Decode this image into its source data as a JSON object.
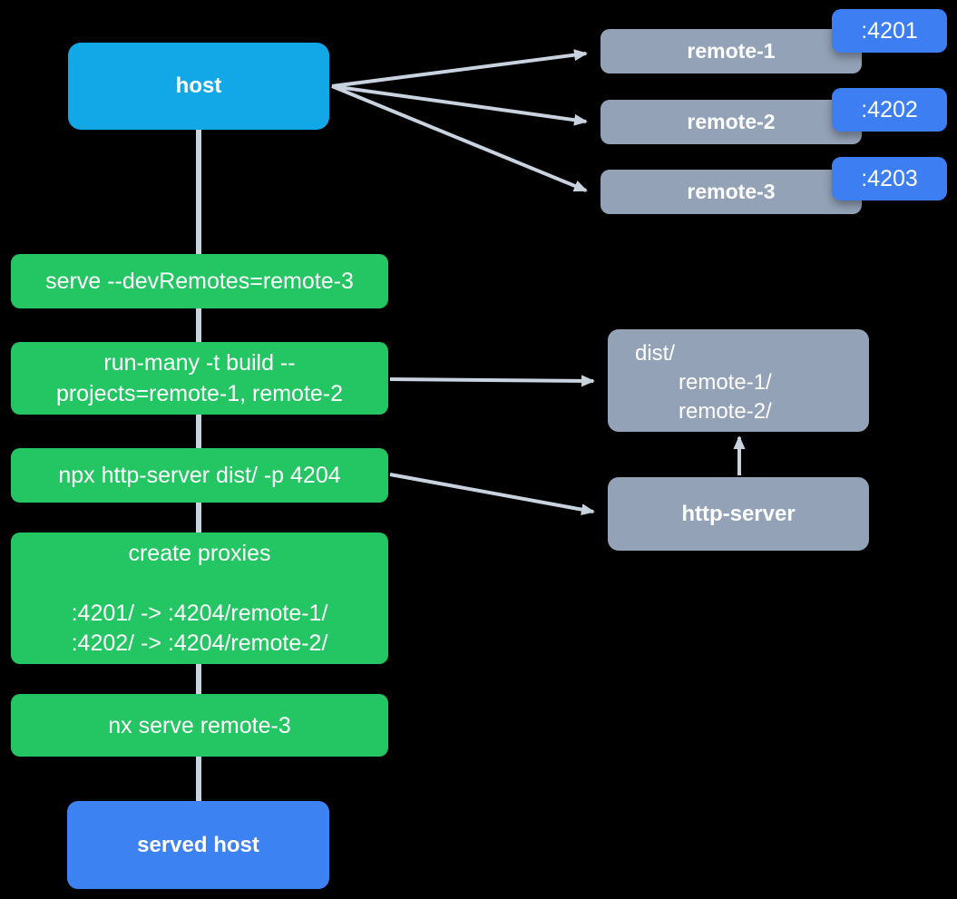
{
  "colors": {
    "background": "#000000",
    "host_box": "#12a8e8",
    "served_host_box": "#3d82f2",
    "remote_box": "#94a2b8",
    "port_badge": "#3d7ff2",
    "command_box": "#24c563",
    "connector": "#c9d3e0",
    "text": "#ffffff"
  },
  "diagram": {
    "host": {
      "label": "host"
    },
    "remotes": [
      {
        "label": "remote-1",
        "port": ":4201"
      },
      {
        "label": "remote-2",
        "port": ":4202"
      },
      {
        "label": "remote-3",
        "port": ":4203"
      }
    ],
    "commands": [
      {
        "label": "serve --devRemotes=remote-3"
      },
      {
        "lines": [
          "run-many -t build --",
          "projects=remote-1, remote-2"
        ]
      },
      {
        "label": "npx http-server dist/ -p 4204"
      },
      {
        "title": "create proxies",
        "mappings": [
          ":4201/ -> :4204/remote-1/",
          ":4202/ -> :4204/remote-2/"
        ]
      },
      {
        "label": "nx serve remote-3"
      }
    ],
    "dist_folder": {
      "lines": [
        "dist/",
        "remote-1/",
        "remote-2/"
      ]
    },
    "http_server": {
      "label": "http-server"
    },
    "served_host": {
      "label": "served host"
    }
  }
}
